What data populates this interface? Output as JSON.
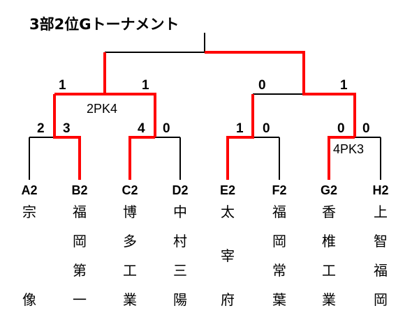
{
  "title": "3部2位Gトーナメント",
  "teams": [
    {
      "code": "A2",
      "name": [
        "宗",
        "",
        "",
        "像"
      ]
    },
    {
      "code": "B2",
      "name": [
        "福",
        "岡",
        "第",
        "一"
      ]
    },
    {
      "code": "C2",
      "name": [
        "博",
        "多",
        "工",
        "業"
      ]
    },
    {
      "code": "D2",
      "name": [
        "中",
        "村",
        "三",
        "陽"
      ]
    },
    {
      "code": "E2",
      "name": [
        "太",
        "",
        "宰",
        "府"
      ]
    },
    {
      "code": "F2",
      "name": [
        "福",
        "岡",
        "常",
        "葉"
      ]
    },
    {
      "code": "G2",
      "name": [
        "香",
        "椎",
        "工",
        "業"
      ]
    },
    {
      "code": "H2",
      "name": [
        "上",
        "智",
        "福",
        "岡"
      ]
    }
  ],
  "round1": [
    {
      "left": "2",
      "right": "3",
      "pk": ""
    },
    {
      "left": "4",
      "right": "0",
      "pk": ""
    },
    {
      "left": "1",
      "right": "0",
      "pk": ""
    },
    {
      "left": "0",
      "right": "0",
      "pk": "4PK3"
    }
  ],
  "semis": [
    {
      "left": "1",
      "right": "1",
      "pk": "2PK4"
    },
    {
      "left": "0",
      "right": "1",
      "pk": ""
    }
  ]
}
